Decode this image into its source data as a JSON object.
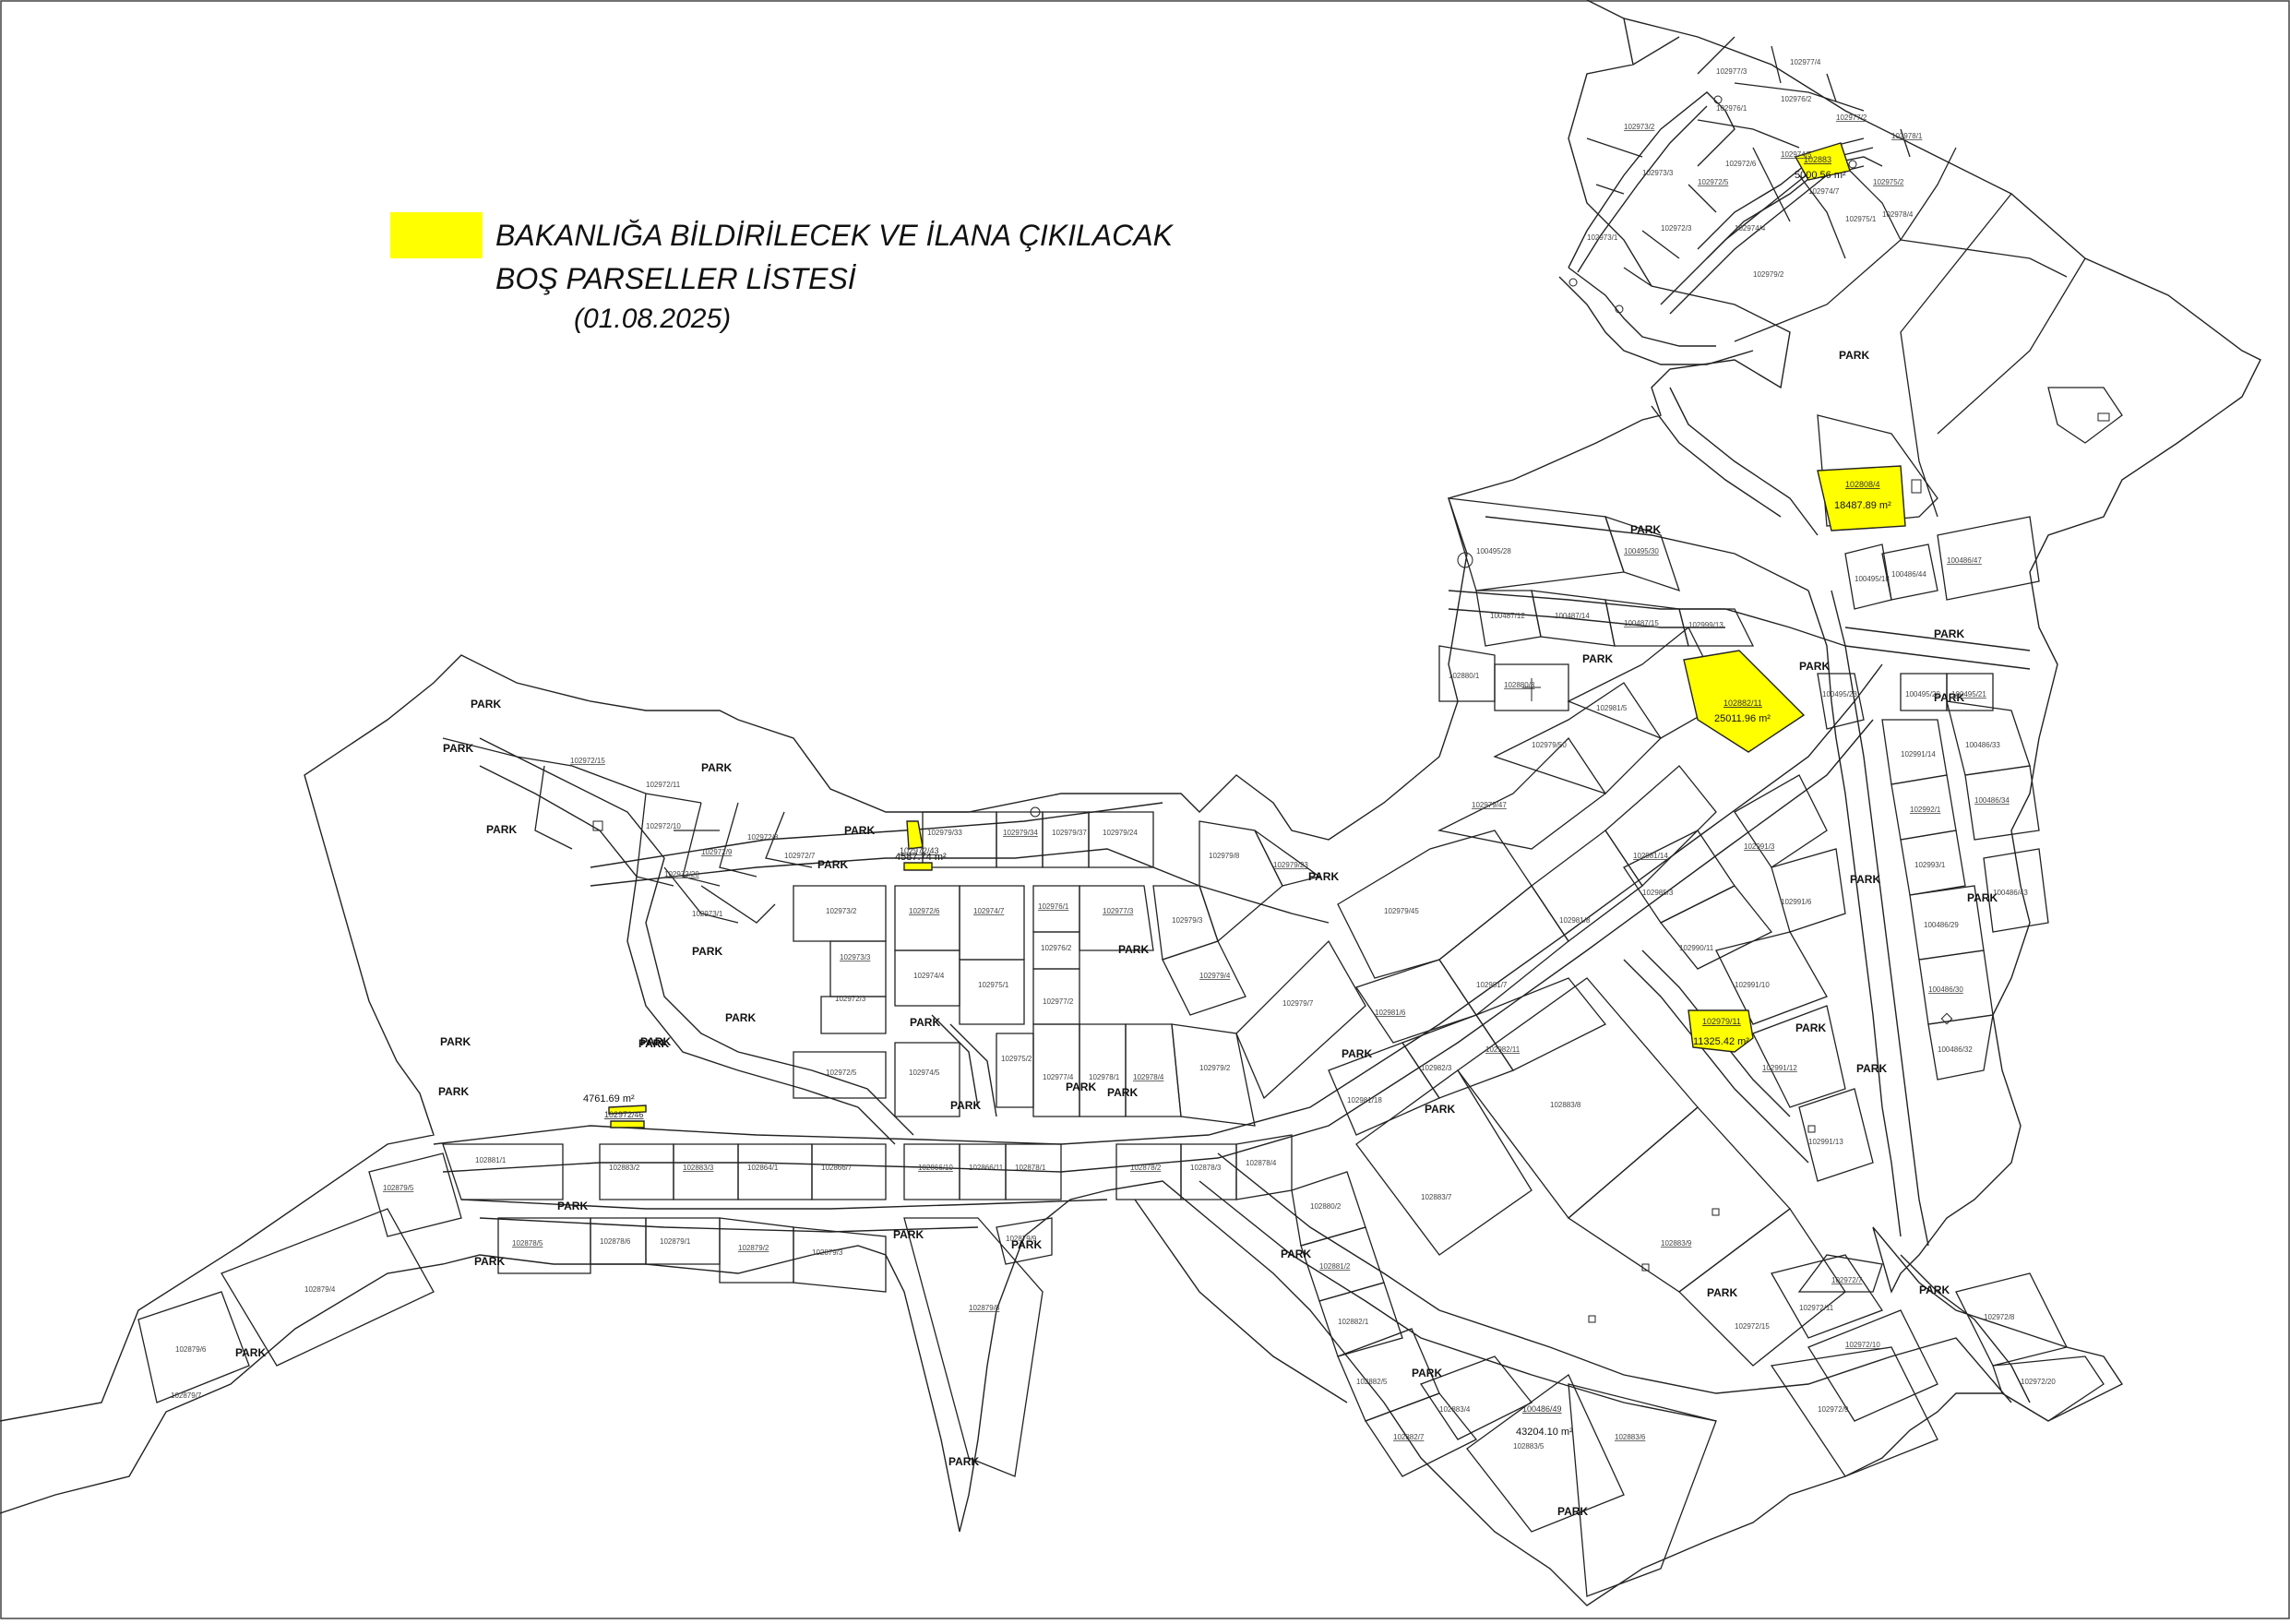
{
  "legend": {
    "line1": "BAKANLIĞA BİLDİRİLECEK VE İLANA ÇIKILACAK",
    "line2": "BOŞ PARSELLER LİSTESİ",
    "date": "(01.08.2025)",
    "swatch_color": "#ffff00"
  },
  "highlight_color": "#ffff00",
  "highlighted_parcels": [
    {
      "id": "102883",
      "area": "5000.56 m²"
    },
    {
      "id": "102808/4",
      "area": "18487.89 m²"
    },
    {
      "id": "102882/11",
      "area": "25011.96 m²"
    },
    {
      "id": "102972/43",
      "area": "4587.74 m²"
    },
    {
      "id": "102979/11",
      "area": "11325.42 m²"
    },
    {
      "id": "102972/46",
      "area": "4761.69 m²"
    }
  ],
  "other_areas": [
    {
      "id": "100486/49",
      "area": "43204.10 m²"
    }
  ],
  "park_label": "PARK",
  "parcel_ids": [
    "102972/15",
    "102972/11",
    "102972/10",
    "102972/9",
    "102972/8",
    "102972/7",
    "102972/20",
    "102973/1",
    "102973/2",
    "102973/3",
    "102972/3",
    "102972/5",
    "102972/6",
    "102974/4",
    "102974/5",
    "102974/7",
    "102975/1",
    "102975/2",
    "102976/1",
    "102976/2",
    "102977/2",
    "102977/3",
    "102977/4",
    "102978/1",
    "102978/4",
    "102979/2",
    "102979/3",
    "102979/4",
    "102979/7",
    "102979/8",
    "102979/23",
    "102979/24",
    "102979/33",
    "102979/34",
    "102979/37",
    "102979/45",
    "102979/47",
    "102979/50",
    "102981/5",
    "102981/6",
    "102981/7",
    "102981/8",
    "102981/14",
    "102981/18",
    "102982/3",
    "102982/11",
    "102985/3",
    "102990/11",
    "102991/3",
    "102991/6",
    "102991/10",
    "102991/12",
    "102991/13",
    "102991/14",
    "102992/1",
    "102993/1",
    "100486/29",
    "100486/30",
    "100486/32",
    "100486/33",
    "100486/34",
    "100486/43",
    "100486/44",
    "100486/47",
    "100495/18",
    "100495/20",
    "100495/21",
    "100495/23",
    "100495/28",
    "100495/30",
    "100487/12",
    "100487/14",
    "100487/15",
    "102999/13",
    "102880/1",
    "102880/3",
    "102881/1",
    "102883/2",
    "102883/3",
    "102864/1",
    "102866/7",
    "102866/10",
    "102866/11",
    "102878/1",
    "102878/2",
    "102878/3",
    "102878/4",
    "102878/5",
    "102878/6",
    "102879/1",
    "102879/2",
    "102879/3",
    "102879/4",
    "102879/5",
    "102879/6",
    "102879/7",
    "102879/8",
    "102879/9",
    "102880/2",
    "102881/2",
    "102882/1",
    "102882/5",
    "102882/7",
    "102883/4",
    "102883/5",
    "102883/6",
    "102883/7",
    "102883/8",
    "102883/9"
  ]
}
